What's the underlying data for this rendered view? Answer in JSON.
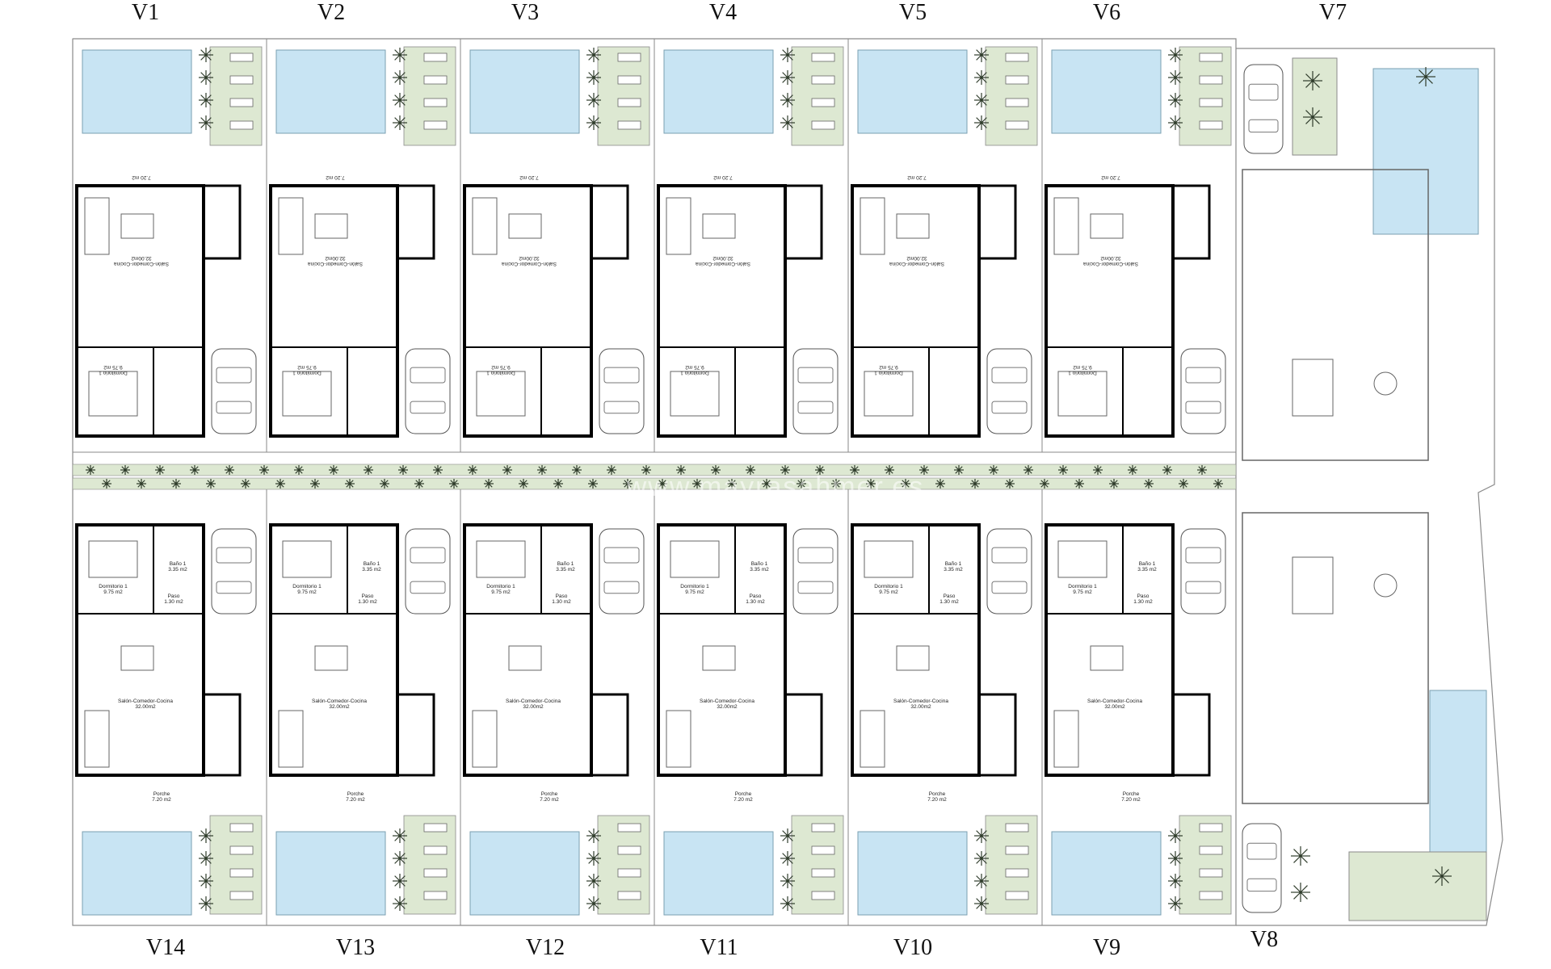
{
  "villa_labels": {
    "top": [
      "V1",
      "V2",
      "V3",
      "V4",
      "V5",
      "V6",
      "V7"
    ],
    "bottom": [
      "V14",
      "V13",
      "V12",
      "V11",
      "V10",
      "V9",
      "V8"
    ]
  },
  "rooms": {
    "living": "Salón-Comedor-Cocina",
    "living_area": "32.00m2",
    "bedroom": "Dormitorio 1",
    "bedroom_area": "9.75 m2",
    "bath": "Baño 1",
    "bath_area": "3.35 m2",
    "hall": "Paso",
    "hall_area": "1.30 m2",
    "porch": "Porche",
    "porch_area": "7.20 m2"
  },
  "watermark": "www.mayrasahmer.es",
  "colors": {
    "pool": "#c8e4f3",
    "garden": "#dde8d2",
    "wall": "#000000",
    "line": "#8a8a8a",
    "palm": "#2e3b2a"
  }
}
